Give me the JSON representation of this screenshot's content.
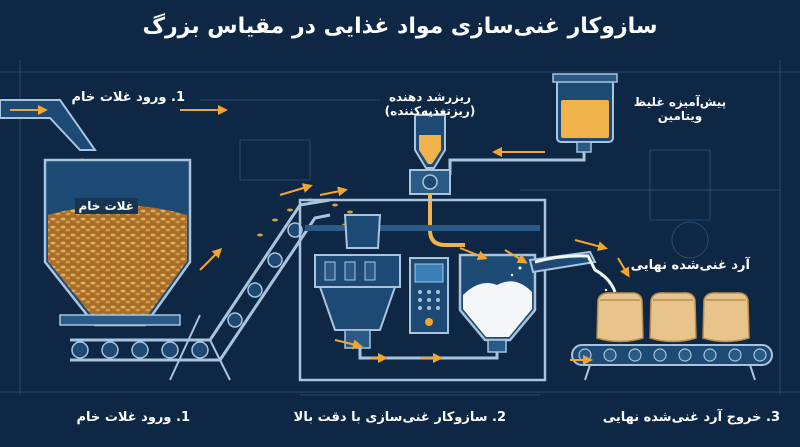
{
  "title": "سازوکار غنی‌سازی مواد غذایی در مقیاس بزرگ",
  "labels": {
    "grain_input_top": "1. ورود غلات خام",
    "raw_grain": "غلات خام",
    "micronutrient_dispenser_line1": "ریزرشد دهنده",
    "micronutrient_dispenser_line2": "(ریزتغذیه‌کننده)",
    "vitamin_premix_line1": "پیش‌آمیزه غلیظ",
    "vitamin_premix_line2": "ویتامین",
    "final_flour": "آرد غنی‌شده نهایی"
  },
  "steps": [
    "1. ورود غلات خام",
    "2. سازوکار غنی‌سازی با دقت بالا",
    "3. خروج آرد غنی‌شده نهایی"
  ],
  "colors": {
    "background": "#0d2744",
    "blueprint_line": "#3e6488",
    "machine_fill": "#1d4a74",
    "machine_stroke": "#a9c4dc",
    "arrow": "#f2a531",
    "grain": "#d9a04a",
    "flour": "#f4f6f8",
    "premix": "#f0b24a",
    "sack": "#e6c48b"
  }
}
